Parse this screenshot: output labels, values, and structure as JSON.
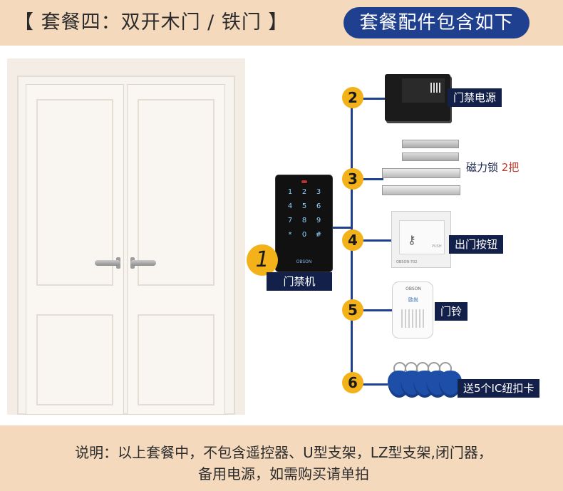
{
  "header": {
    "title": "【 套餐四：双开木门 / 铁门 】",
    "accessories_label": "套餐配件包含如下"
  },
  "items": {
    "controller": {
      "number": "1",
      "label": "门禁机",
      "brand": "OBSON",
      "keys": [
        "1",
        "2",
        "3",
        "4",
        "5",
        "6",
        "7",
        "8",
        "9",
        "*",
        "0",
        "#"
      ]
    },
    "power": {
      "number": "2",
      "label": "门禁电源"
    },
    "magnetic_lock": {
      "number": "3",
      "label": "磁力锁",
      "quantity": "2把"
    },
    "exit_button": {
      "number": "4",
      "label": "出门按钮",
      "push_text": "PUSH",
      "model": "OBSON-702"
    },
    "doorbell": {
      "number": "5",
      "label": "门铃",
      "brand": "OBSON",
      "logo_text": "欧尚"
    },
    "cards": {
      "number": "6",
      "label": "送5个IC纽扣卡"
    }
  },
  "footer": {
    "note_line1": "说明：以上套餐中，不包含遥控器、U型支架，LZ型支架,闭门器，",
    "note_line2": "备用电源，如需购买请单拍"
  },
  "colors": {
    "accent": "#1f3f8f",
    "number_badge": "#f4b21a",
    "band": "#f5d9bd",
    "label_bg": "#13204a"
  }
}
